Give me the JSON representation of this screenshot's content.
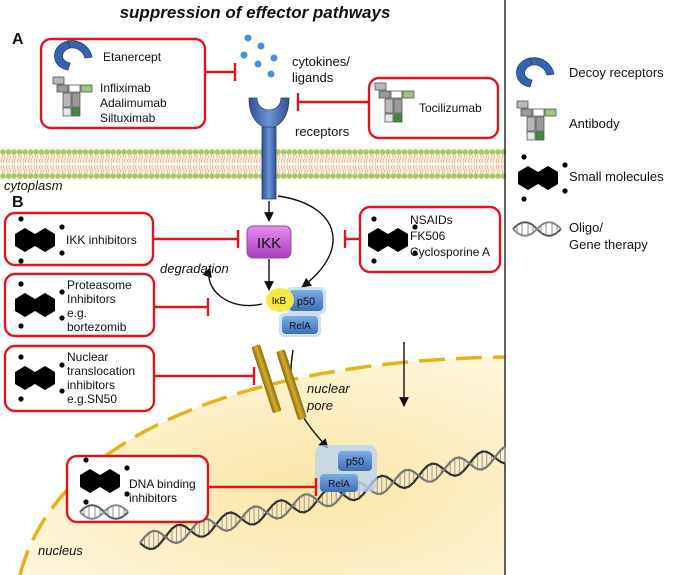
{
  "title": "suppression of effector pathways",
  "panels": {
    "a": "A",
    "b": "B"
  },
  "membrane": {
    "cytoplasm": "cytoplasm",
    "nucleus": "nucleus",
    "nuclear_pore": [
      "nuclear",
      "pore"
    ]
  },
  "signaling": {
    "cytokines": [
      "cytokines/",
      "ligands"
    ],
    "receptors": "receptors",
    "ikk": "IKK",
    "degradation": "degradation",
    "ikb": "IκB",
    "p50": "p50",
    "rela": "RelA"
  },
  "drug_boxes": {
    "decoy": [
      "Etanercept"
    ],
    "antibodies": [
      "Infliximab",
      "Adalimumab",
      "Siltuximab"
    ],
    "tocilizumab": [
      "Tocilizumab"
    ],
    "ikk_inhibitors": [
      "IKK inhibitors"
    ],
    "nsaids": [
      "NSAIDs",
      "FK506",
      "Cyclosporine A"
    ],
    "proteasome": [
      "Proteasome",
      "Inhibitors",
      "e.g.",
      "bortezomib"
    ],
    "nuclear_translocation": [
      "Nuclear",
      "translocation",
      "inhibitors",
      "e.g.SN50"
    ],
    "dna_binding": [
      "DNA binding",
      "inhibitors"
    ]
  },
  "legend": [
    {
      "label": [
        "Decoy receptors"
      ],
      "icon": "decoy-receptor-icon"
    },
    {
      "label": [
        "Antibody"
      ],
      "icon": "antibody-icon"
    },
    {
      "label": [
        "Small molecules"
      ],
      "icon": "small-molecule-icon"
    },
    {
      "label": [
        "Oligo/",
        "Gene therapy"
      ],
      "icon": "dna-helix-icon"
    }
  ],
  "colors": {
    "inhibit_red": "#e0141e",
    "receptor_blue": "#3a63a8",
    "ikk_purple": "#c95ad6",
    "protein_blue": "#4f86cc",
    "ikb_yellow": "#f5e94a",
    "nucleus_fill": "#fdf1cc",
    "nuclear_border": "#e8b11c",
    "pore_gold": "#b08a14",
    "membrane_green": "#a4c96b"
  }
}
